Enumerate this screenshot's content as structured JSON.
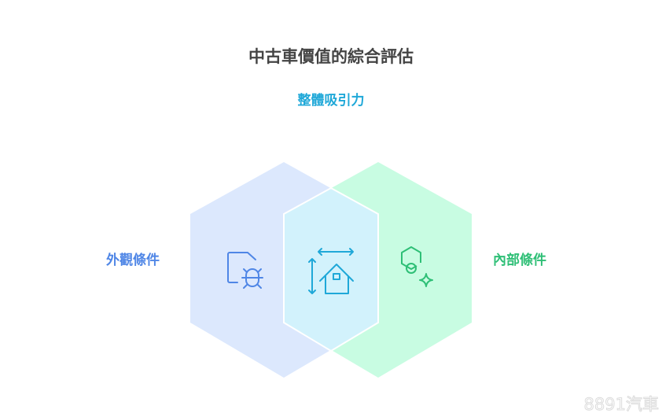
{
  "title": "中古車價值的綜合評估",
  "center_label": "整體吸引力",
  "left_label": "外觀條件",
  "right_label": "內部條件",
  "watermark": "8891汽車",
  "icons": {
    "left": "file-bug-icon",
    "center": "house-dimensions-icon",
    "right": "hex-nut-sparkle-icon"
  },
  "colors": {
    "left_fill": "#dce8fd",
    "right_fill": "#c8fce2",
    "overlap_fill": "#d2f2fc",
    "left_accent": "#4f86e6",
    "center_accent": "#1fa8d8",
    "right_accent": "#2ebf76"
  }
}
